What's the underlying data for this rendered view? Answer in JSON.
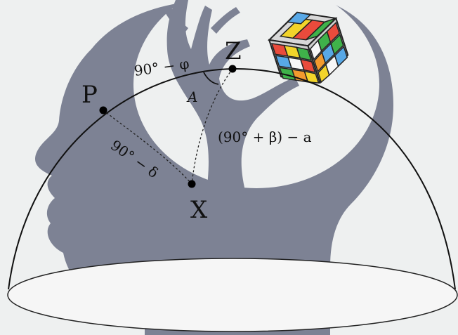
{
  "diagram": {
    "points": {
      "zenith": "Z",
      "pole": "P",
      "star": "X"
    },
    "arc_labels": {
      "pole_zenith": "90° − φ",
      "pole_star": "90° − δ",
      "zenith_star": "(90° + β) − a",
      "zenith_angle": "A"
    }
  }
}
